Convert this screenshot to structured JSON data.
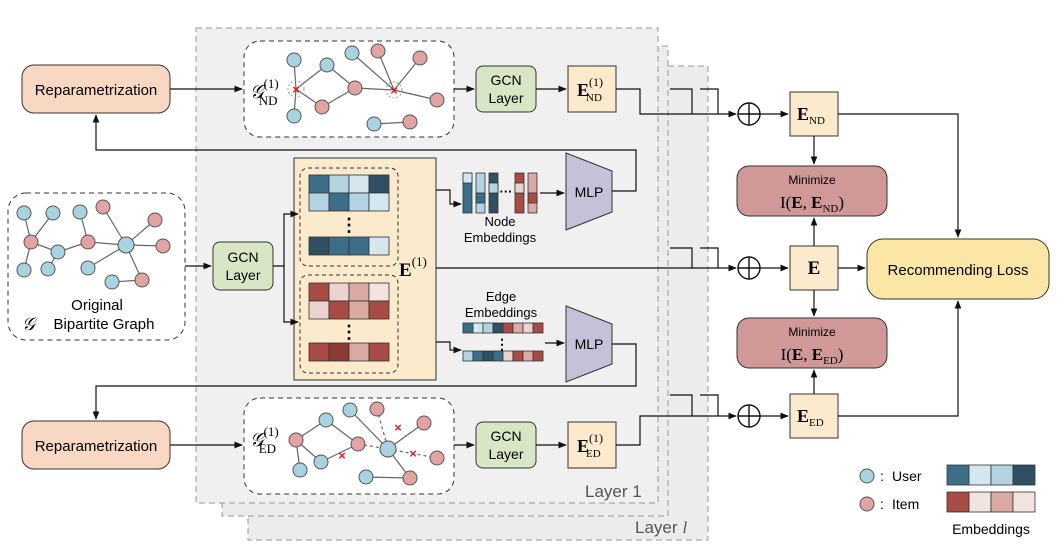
{
  "colors": {
    "reparam_fill": "#f8d8c2",
    "gcn_fill": "#d9e6c6",
    "emb_fill": "#fbeacb",
    "minimize_fill": "#d19898",
    "loss_fill": "#fbe6a5",
    "mlp_fill": "#c6c0d8",
    "layer_fill": "#ececec",
    "user_node": "#a9d3df",
    "item_node": "#e3a3a3",
    "user_emb": [
      "#3c6e87",
      "#b3d3e2",
      "#d4e6ee",
      "#2f4f62"
    ],
    "item_emb": [
      "#a84b45",
      "#ead3cf",
      "#d8aaa2",
      "#f1e4e1"
    ]
  },
  "layers": {
    "layer1": "Layer 1",
    "layer_l_text": "Layer",
    "layer_l_italic": "l"
  },
  "boxes": {
    "reparam_top": "Reparametrization",
    "reparam_bottom": "Reparametrization",
    "gcn_top_line1": "GCN",
    "gcn_top_line2": "Layer",
    "gcn_mid_line1": "GCN",
    "gcn_mid_line2": "Layer",
    "gcn_bot_line1": "GCN",
    "gcn_bot_line2": "Layer",
    "mlp_top": "MLP",
    "mlp_bottom": "MLP",
    "minimize_top_title": "Minimize",
    "minimize_bottom_title": "Minimize",
    "loss": "Recommending Loss"
  },
  "math": {
    "g_nd": {
      "base": "𝒢",
      "sup": "(1)",
      "sub": "ND"
    },
    "g_ed": {
      "base": "𝒢",
      "sup": "(1)",
      "sub": "ED"
    },
    "e_nd1": {
      "base": "E",
      "sup": "(1)",
      "sub": "ND"
    },
    "e_ed1": {
      "base": "E",
      "sup": "(1)",
      "sub": "ED"
    },
    "e1": {
      "base": "E",
      "sup": "(1)"
    },
    "e_nd": {
      "base": "E",
      "sub": "ND"
    },
    "e": {
      "base": "E"
    },
    "e_ed": {
      "base": "E",
      "sub": "ED"
    },
    "mi_top": {
      "pre": "I(",
      "base1": "E",
      "comma": ", ",
      "base2": "E",
      "sub": "ND",
      "post": ")"
    },
    "mi_bottom": {
      "pre": "I(",
      "base1": "E",
      "comma": ", ",
      "base2": "E",
      "sub": "ED",
      "post": ")"
    },
    "plus": "⊕"
  },
  "labels": {
    "original_line1": "Original",
    "original_script": "𝒢",
    "original_line2": "Bipartite Graph",
    "node_emb_line1": "Node",
    "node_emb_line2": "Embeddings",
    "edge_emb_line1": "Edge",
    "edge_emb_line2": "Embeddings",
    "vdots": "⋮",
    "hdots": "···"
  },
  "legend": {
    "user_label": "User",
    "item_label": "Item",
    "sep": ":",
    "embeddings_label": "Embeddings"
  }
}
